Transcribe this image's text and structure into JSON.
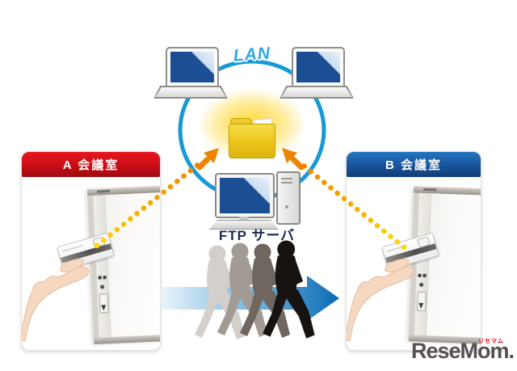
{
  "diagram": {
    "lan_label": "LAN",
    "ftp_server_label": "FTP サーバ",
    "rooms": [
      {
        "label": "A 会議室",
        "accent": "#C90D15"
      },
      {
        "label": "B 会議室",
        "accent": "#19559C"
      }
    ],
    "icons": {
      "network_ring": "lan-ring-icon",
      "laptop": "laptop-icon",
      "shared_folder": "shared-folder-icon",
      "ftp_server": "desktop-server-icon",
      "copyboard": "electronic-copyboard-icon",
      "id_card": "id-card-icon",
      "hand": "hand-icon",
      "upload_arrow": "upload-arrow-icon",
      "dotted_link": "dotted-link-icon",
      "walking_people": "walking-people-icon",
      "move_arrow": "move-direction-arrow-icon"
    }
  },
  "colors": {
    "ring_blue": "#1899D7",
    "lan_text_blue": "#2FA8E1",
    "room_a_red": "#D11018",
    "room_b_blue": "#1B5CA4",
    "folder_gold": "#EFC91F",
    "link_orange": "#EE8500",
    "link_yellow": "#FFD900",
    "move_arrow_blue": "#0A6BB4",
    "screen_blue": "#1B4E92",
    "ftp_text_navy": "#1B2B55",
    "people": [
      "#D3CFCA",
      "#A29B94",
      "#6E665F",
      "#171310"
    ],
    "logo_gray": "#56504F",
    "logo_red": "#E60012"
  },
  "logo": {
    "text": "ReseMom.",
    "furigana": "リセマム"
  }
}
